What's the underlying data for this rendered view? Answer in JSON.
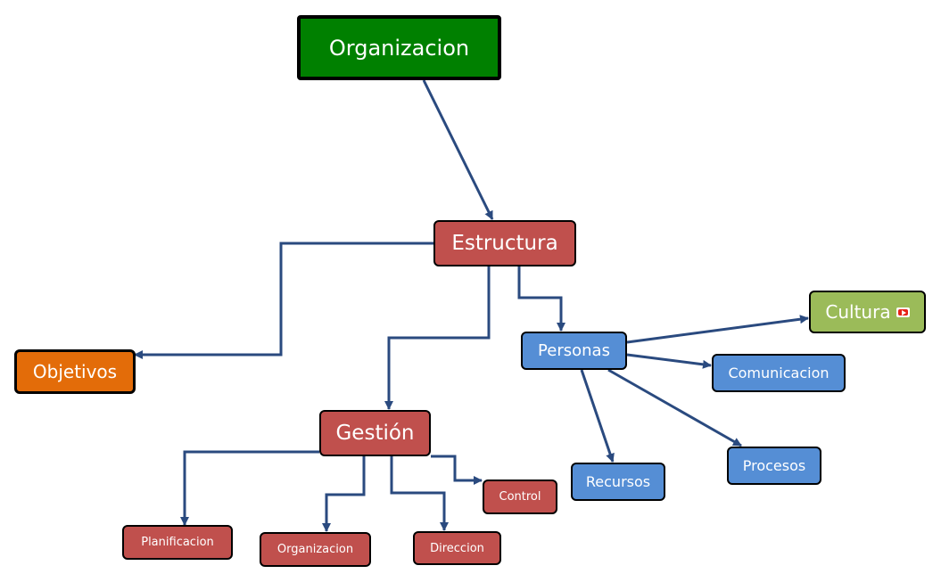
{
  "colors": {
    "connector": "#2a4a7f",
    "green": "#008000",
    "red": "#c0504d",
    "blue": "#558ed5",
    "orange": "#e36c09",
    "olive": "#9bbb59"
  },
  "nodes": {
    "organizacion_root": {
      "label": "Organizacion"
    },
    "estructura": {
      "label": "Estructura"
    },
    "objetivos": {
      "label": "Objetivos"
    },
    "gestion": {
      "label": "Gestión"
    },
    "personas": {
      "label": "Personas"
    },
    "cultura": {
      "label": "Cultura",
      "icon": "video-play-icon"
    },
    "comunicacion": {
      "label": "Comunicacion"
    },
    "recursos": {
      "label": "Recursos"
    },
    "procesos": {
      "label": "Procesos"
    },
    "planificacion": {
      "label": "Planificacion"
    },
    "organizacion_sub": {
      "label": "Organizacion"
    },
    "direccion": {
      "label": "Direccion"
    },
    "control": {
      "label": "Control"
    }
  }
}
